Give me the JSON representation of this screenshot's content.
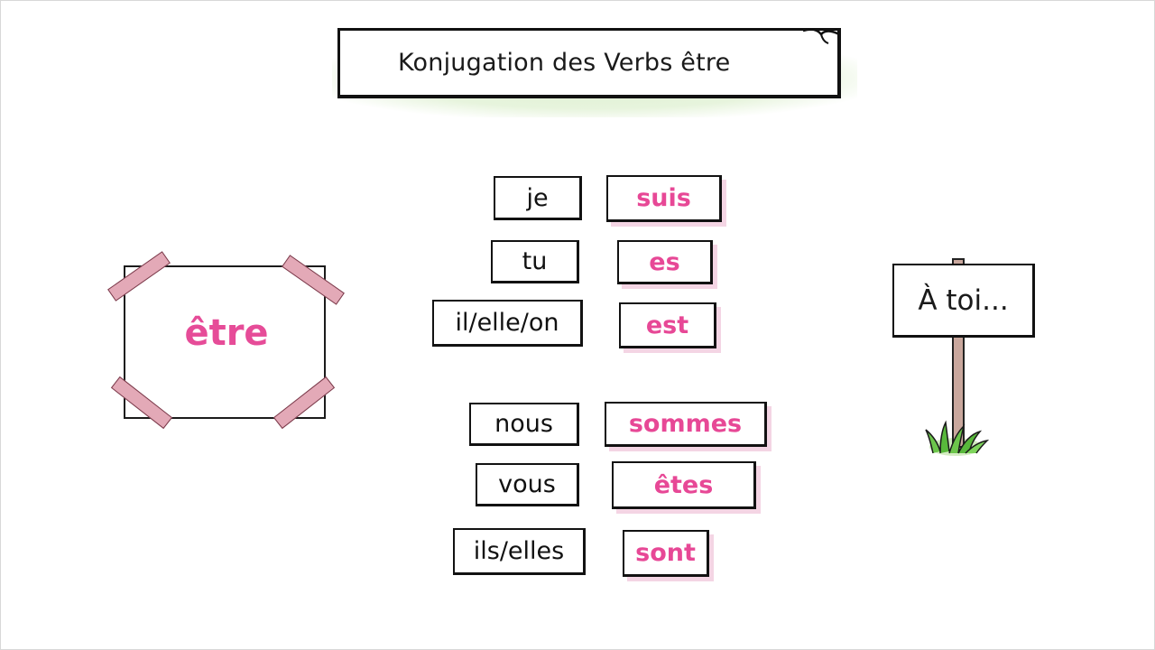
{
  "title": "Konjugation des Verbs être",
  "infinitive": "être",
  "conjugation": {
    "singular": [
      {
        "pronoun": "je",
        "verb": "suis"
      },
      {
        "pronoun": "tu",
        "verb": "es"
      },
      {
        "pronoun": "il/elle/on",
        "verb": "est"
      }
    ],
    "plural": [
      {
        "pronoun": "nous",
        "verb": "sommes"
      },
      {
        "pronoun": "vous",
        "verb": "êtes"
      },
      {
        "pronoun": "ils/elles",
        "verb": "sont"
      }
    ]
  },
  "sign": "À toi...",
  "colors": {
    "accent": "#e64c98",
    "tape": "#e3a9b7",
    "highlight_green": "#dcefcf",
    "post": "#c9a79d",
    "grass": "#5fbf3f"
  },
  "icons": [
    "tape-strip",
    "signpost",
    "grass-tuft",
    "page-curl"
  ]
}
